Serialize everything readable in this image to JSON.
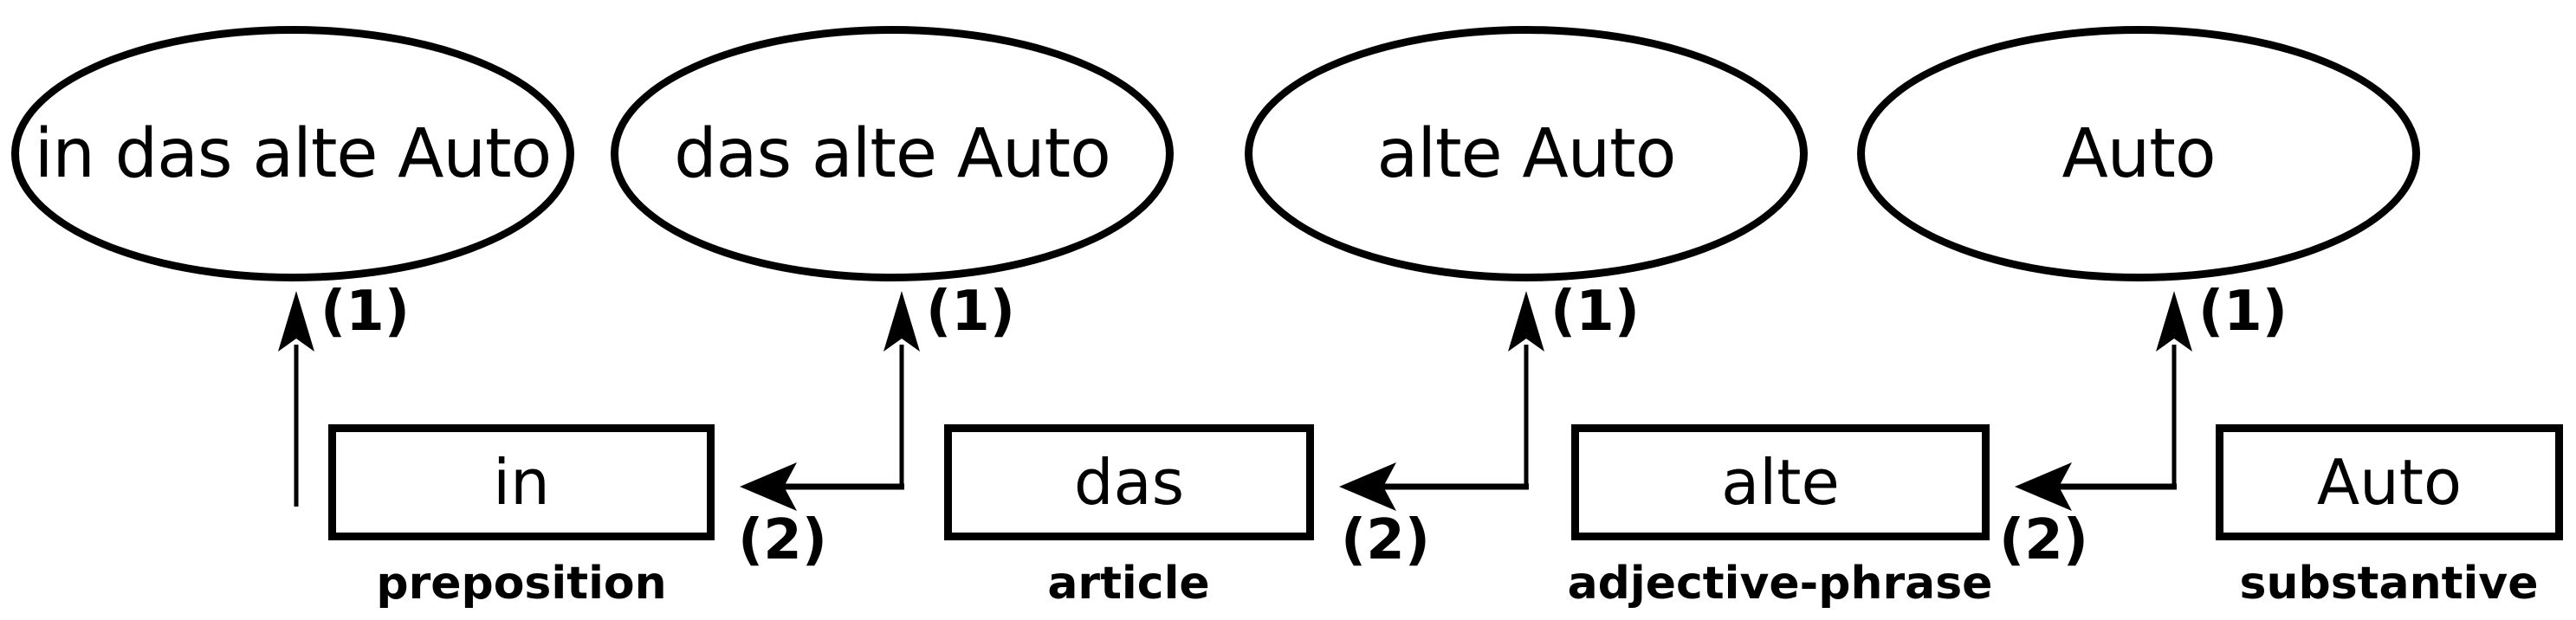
{
  "figure": {
    "phrases": [
      {
        "text": "in das alte Auto"
      },
      {
        "text": "das alte Auto"
      },
      {
        "text": "alte Auto"
      },
      {
        "text": "Auto"
      }
    ],
    "words": [
      {
        "word": "in",
        "category": "preposition"
      },
      {
        "word": "das",
        "category": "article"
      },
      {
        "word": "alte",
        "category": "adjective-phrase"
      },
      {
        "word": "Auto",
        "category": "substantive"
      }
    ],
    "step_labels": {
      "combine": "(1)",
      "apply": "(2)"
    },
    "colors": {
      "ink": "#000000",
      "background": "#ffffff"
    }
  }
}
